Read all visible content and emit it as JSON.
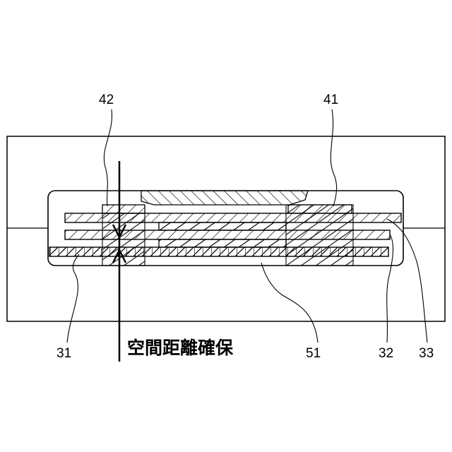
{
  "figure": {
    "labels": {
      "l42": "42",
      "l41": "41",
      "l31": "31",
      "l51": "51",
      "l32": "32",
      "l33": "33"
    },
    "caption": "空間距離確保"
  }
}
